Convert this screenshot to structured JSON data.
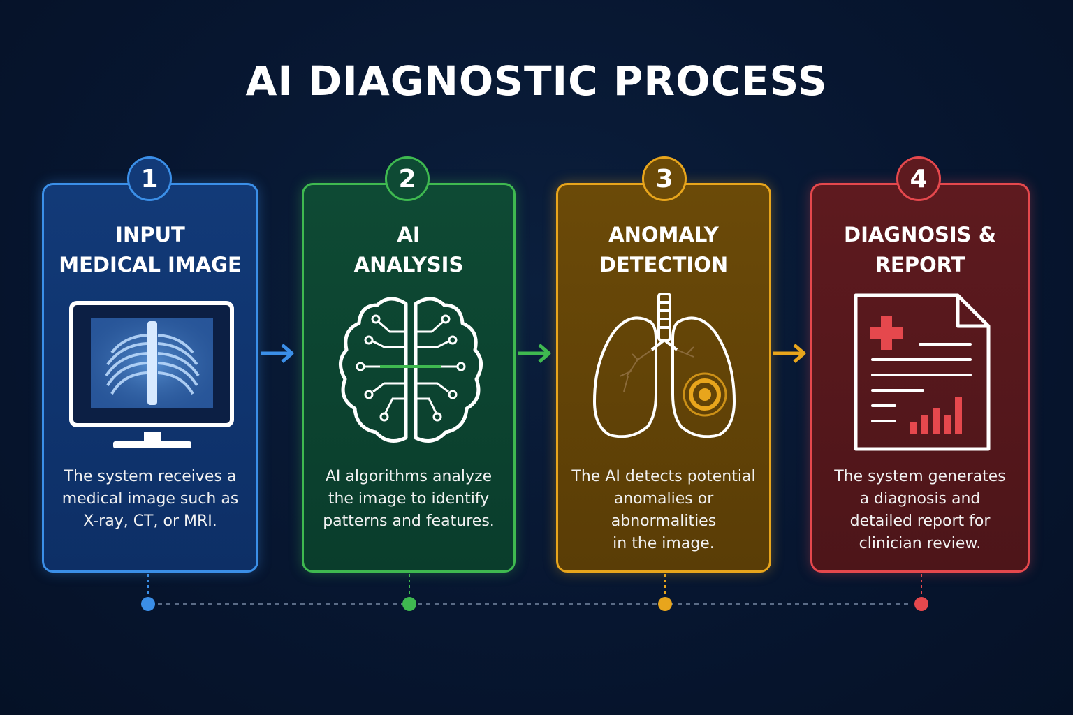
{
  "title": "AI DIAGNOSTIC PROCESS",
  "steps": [
    {
      "number": "1",
      "title_lines": [
        "INPUT",
        "MEDICAL IMAGE"
      ],
      "description_lines": [
        "The system receives a",
        "medical image such as",
        "X-ray, CT, or MRI."
      ],
      "color": "#3b8fe8",
      "icon": "monitor-xray-icon"
    },
    {
      "number": "2",
      "title_lines": [
        "AI",
        "ANALYSIS"
      ],
      "description_lines": [
        "AI algorithms analyze",
        "the image to identify",
        "patterns and features."
      ],
      "color": "#3fb950",
      "icon": "circuit-brain-icon"
    },
    {
      "number": "3",
      "title_lines": [
        "ANOMALY",
        "DETECTION"
      ],
      "description_lines": [
        "The AI detects potential",
        "anomalies or abnormalities",
        "in the image."
      ],
      "color": "#e8a51c",
      "icon": "lungs-target-icon"
    },
    {
      "number": "4",
      "title_lines": [
        "DIAGNOSIS &",
        "REPORT"
      ],
      "description_lines": [
        "The system generates",
        "a diagnosis and",
        "detailed report for",
        "clinician review."
      ],
      "color": "#e5484d",
      "icon": "medical-report-icon"
    }
  ]
}
